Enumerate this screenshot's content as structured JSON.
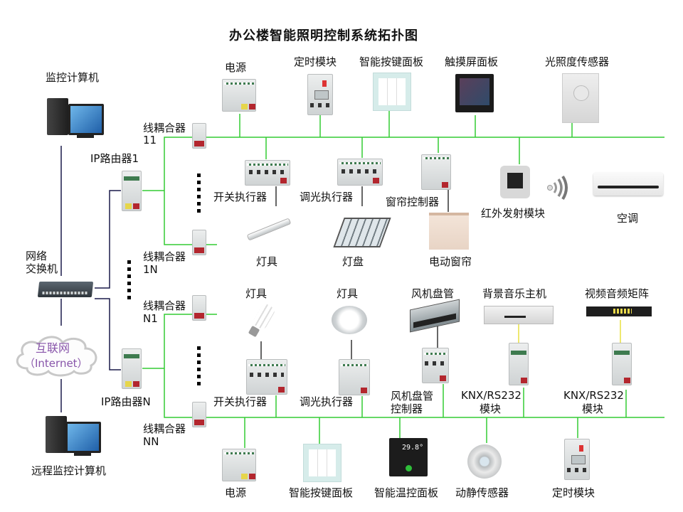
{
  "title": "办公楼智能照明控制系统拓扑图",
  "colors": {
    "knx_bus": "#33cc33",
    "ip_network": "#1a1a4a",
    "rs232_link": "#e8e040",
    "load_link": "#000000",
    "cloud_text": "#8855aa"
  },
  "left": {
    "monitor_pc": "监控计算机",
    "switch_line1": "网络",
    "switch_line2": "交换机",
    "internet_line1": "互联网",
    "internet_line2": "（Internet）",
    "remote_pc": "远程监控计算机",
    "ip_router_1": "IP路由器1",
    "ip_router_n": "IP路由器N"
  },
  "couplers": [
    {
      "label": "线耦合器",
      "id": "11"
    },
    {
      "label": "线耦合器",
      "id": "1N"
    },
    {
      "label": "线耦合器",
      "id": "N1"
    },
    {
      "label": "线耦合器",
      "id": "NN"
    }
  ],
  "line11_top_devices": [
    "电源",
    "定时模块",
    "智能按键面板",
    "触摸屏面板",
    "光照度传感器"
  ],
  "line11_bottom_devices": {
    "switch_actuator": "开关执行器",
    "dimming_actuator": "调光执行器",
    "curtain_controller": "窗帘控制器",
    "ir_module": "红外发射模块",
    "air_conditioner": "空调",
    "lamp": "灯具",
    "lamp_panel": "灯盘",
    "motor_curtain": "电动窗帘"
  },
  "lineN1_top_devices": {
    "lamp_1": "灯具",
    "lamp_2": "灯具",
    "fan_coil": "风机盘管",
    "bgm_host": "背景音乐主机",
    "av_matrix": "视频音频矩阵"
  },
  "lineN1_modules": {
    "switch_actuator": "开关执行器",
    "dimming_actuator": "调光执行器",
    "fan_coil_ctrl_line1": "风机盘管",
    "fan_coil_ctrl_line2": "控制器",
    "knx_rs232_1_line1": "KNX/RS232",
    "knx_rs232_1_line2": "模块",
    "knx_rs232_2_line1": "KNX/RS232",
    "knx_rs232_2_line2": "模块"
  },
  "lineNN_bottom_devices": [
    "电源",
    "智能按键面板",
    "智能温控面板",
    "动静传感器",
    "定时模块"
  ],
  "thermostat_display": "29.8°"
}
